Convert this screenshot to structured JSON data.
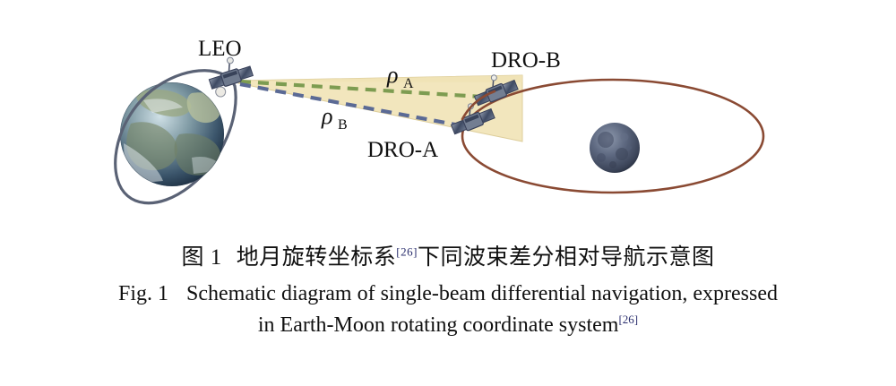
{
  "figure": {
    "diagram_labels": {
      "leo": "LEO",
      "dro_a": "DRO-A",
      "dro_b": "DRO-B",
      "rho_a_symbol": "ρ",
      "rho_a_sub": "A",
      "rho_b_symbol": "ρ",
      "rho_b_sub": "B"
    },
    "objects": {
      "earth": "earth-globe",
      "moon": "moon-globe",
      "leo_satellite": "leo-satellite-icon",
      "dro_a_satellite": "dro-a-satellite-icon",
      "dro_b_satellite": "dro-b-satellite-icon",
      "earth_orbit": "leo-orbit-ellipse",
      "dro_orbit": "dro-orbit-ellipse",
      "beam_wedge": "single-beam-cone"
    },
    "colors": {
      "beam_fill": "#f2e6bd",
      "beam_edge": "#d9c892",
      "rho_a_line": "#7d9c51",
      "rho_b_line": "#5b6a95",
      "dro_orbit": "#8a4a33",
      "leo_orbit": "#5a6275",
      "moon_body": "#4d586f",
      "earth_ocean": "#2f4a63",
      "earth_land": "#8c9a74",
      "text": "#111111",
      "reference_mark": "#2b2f6e",
      "background": "#ffffff"
    },
    "caption": {
      "zh_number": "图 1",
      "zh_text_before_ref": "地月旋转坐标系",
      "zh_reference": "[26]",
      "zh_text_after_ref": "下同波束差分相对导航示意图",
      "en_number": "Fig. 1",
      "en_line1": "Schematic diagram of single-beam differential navigation, expressed",
      "en_line2": "in Earth-Moon rotating coordinate system",
      "en_reference": "[26]"
    }
  }
}
